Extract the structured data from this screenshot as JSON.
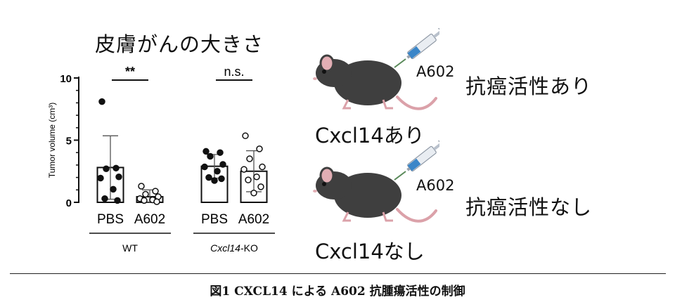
{
  "chart_data": {
    "type": "bar",
    "title": "皮膚がんの大きさ",
    "ylabel": "Tumor volume (cm³)",
    "ylim": [
      0,
      10
    ],
    "yticks": [
      0,
      5,
      10
    ],
    "categories": [
      "PBS",
      "A602",
      "PBS",
      "A602"
    ],
    "groups": [
      {
        "label": "WT",
        "italic_part": "",
        "suffix": "",
        "significance": "**"
      },
      {
        "label": "",
        "italic_part": "Cxcl14",
        "suffix": "-KO",
        "significance": "n.s."
      }
    ],
    "bars": [
      {
        "category": "PBS",
        "group": 0,
        "mean": 2.8,
        "sd": 2.55,
        "points": [
          8.1,
          2.75,
          2.7,
          2.05,
          1.95,
          1.05,
          0.3,
          0.15
        ],
        "fill": "filled"
      },
      {
        "category": "A602",
        "group": 0,
        "mean": 0.45,
        "sd": 0.55,
        "points": [
          1.3,
          0.9,
          0.65,
          0.45,
          0.3,
          0.2,
          0.15,
          0.05
        ],
        "fill": "open"
      },
      {
        "category": "PBS",
        "group": 1,
        "mean": 2.9,
        "sd": 0.95,
        "points": [
          4.1,
          4.0,
          3.7,
          3.05,
          2.85,
          2.5,
          2.0,
          1.9,
          1.75
        ],
        "fill": "filled"
      },
      {
        "category": "A602",
        "group": 1,
        "mean": 2.5,
        "sd": 1.65,
        "points": [
          5.35,
          4.3,
          3.5,
          2.85,
          2.65,
          2.05,
          1.8,
          1.25,
          0.75
        ],
        "fill": "open"
      }
    ]
  },
  "panels": [
    {
      "mouse_label": "Cxcl14あり",
      "drug_label": "A602",
      "activity_label": "抗癌活性あり"
    },
    {
      "mouse_label": "Cxcl14なし",
      "drug_label": "A602",
      "activity_label": "抗癌活性なし"
    }
  ],
  "caption": "図1 CXCL14 による A602 抗腫瘍活性の制御",
  "colors": {
    "mouse_body": "#3f3f3f",
    "mouse_ear": "#e2aeb4",
    "mouse_tail": "#dba1a9",
    "syringe_barrel": "#e9edf2",
    "syringe_liquid": "#3b86c8",
    "needle": "#5a8a5a"
  }
}
